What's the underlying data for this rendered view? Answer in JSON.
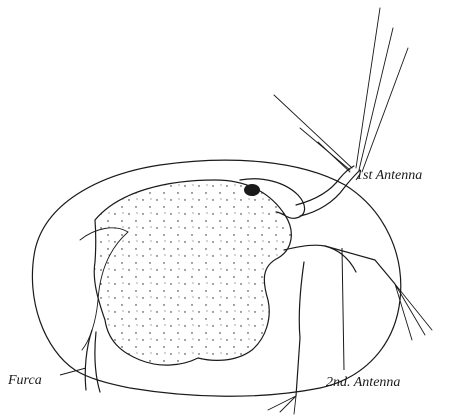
{
  "labels": {
    "first_antenna": "1st Antenna",
    "second_antenna": "2nd. Antenna",
    "furca": "Furca"
  },
  "colors": {
    "ink": "#1a1a1a",
    "background": "#ffffff"
  }
}
